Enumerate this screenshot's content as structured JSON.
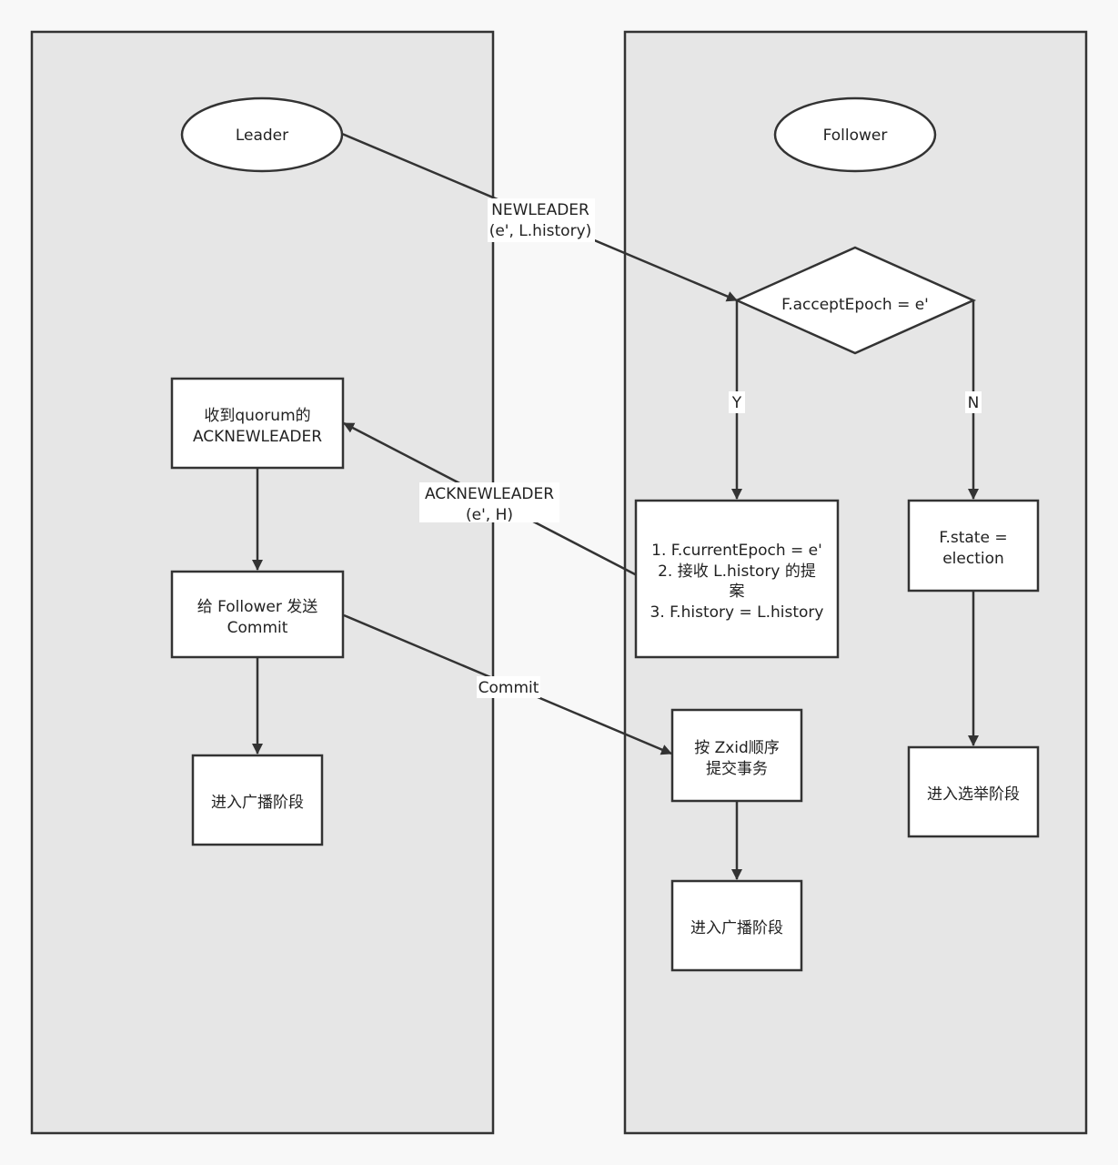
{
  "nodes": {
    "leader": "Leader",
    "follower": "Follower",
    "decision": "F.acceptEpoch = e'",
    "received_quorum": [
      "收到quorum的",
      "ACKNEWLEADER"
    ],
    "send_commit": [
      "给 Follower 发送",
      "Commit"
    ],
    "leader_broadcast": "进入广播阶段",
    "accept_steps": [
      "1. F.currentEpoch = e'",
      "2. 接收 L.history 的提",
      "案",
      "3. F.history = L.history"
    ],
    "state_election": [
      "F.state =",
      "election"
    ],
    "commit_zxid": [
      "按 Zxid顺序",
      "提交事务"
    ],
    "follower_broadcast": "进入广播阶段",
    "enter_election": "进入选举阶段"
  },
  "edges": {
    "newleader": [
      "NEWLEADER",
      "(e', L.history)"
    ],
    "ack_newleader": [
      "ACKNEWLEADER",
      "(e', H)"
    ],
    "commit": "Commit",
    "yes": "Y",
    "no": "N"
  }
}
